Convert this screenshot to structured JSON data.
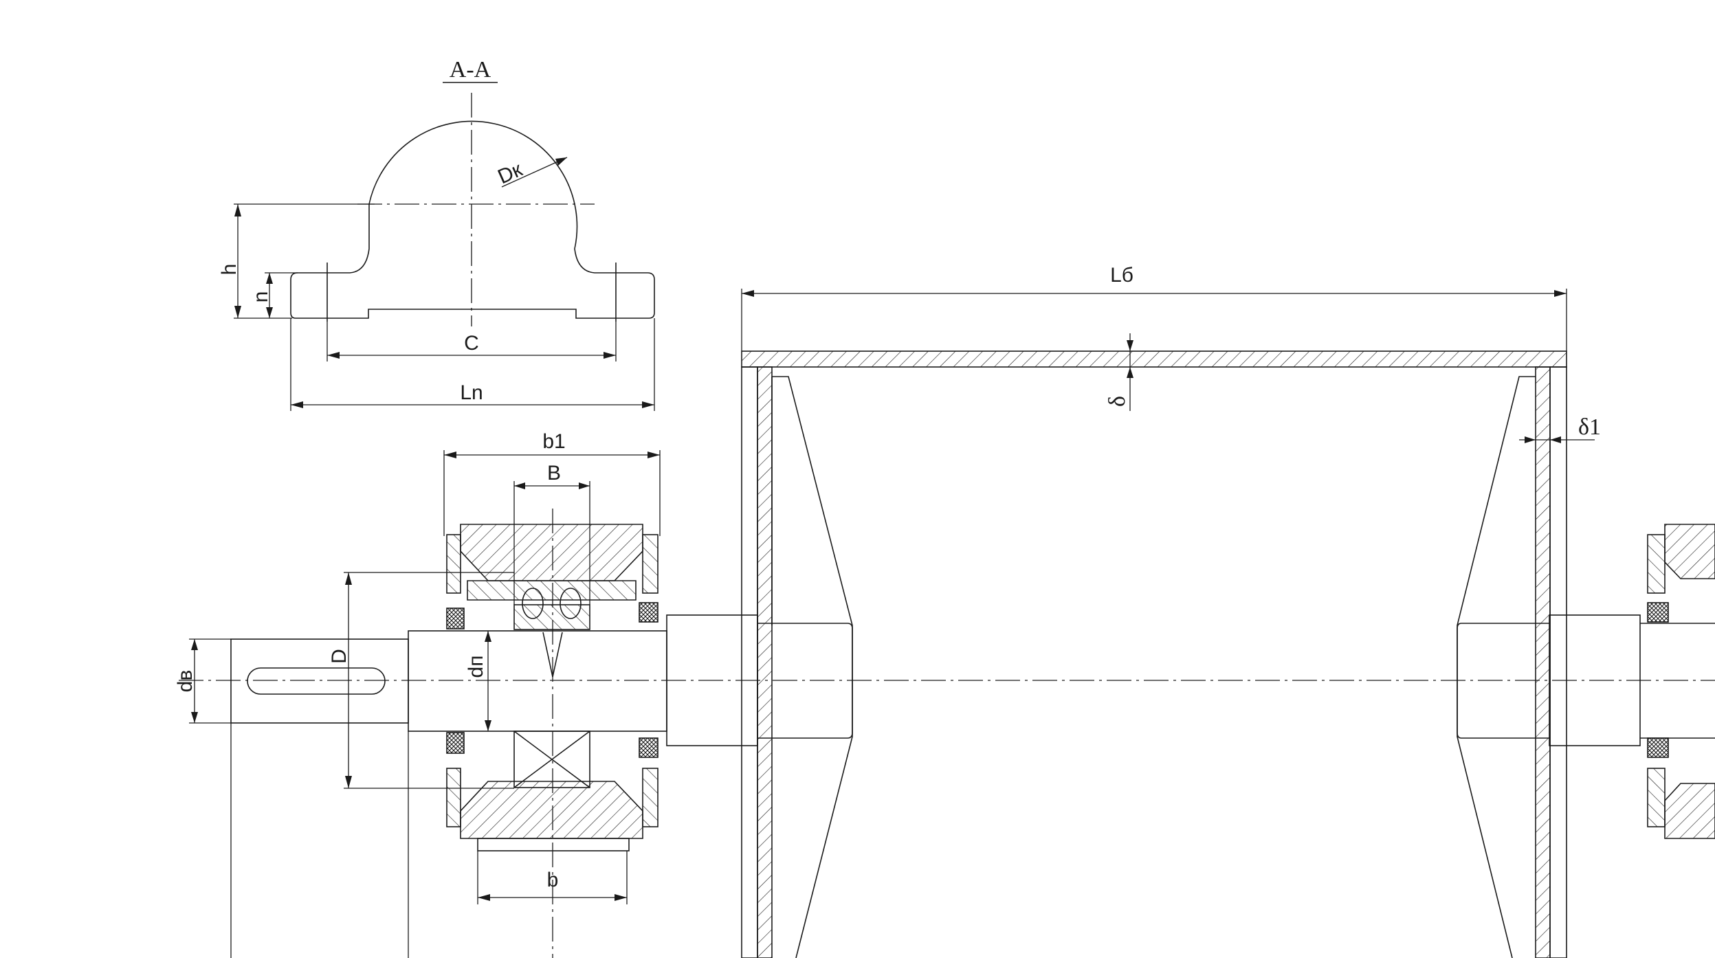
{
  "section_title": "A-A",
  "labels": {
    "dk": "Dк",
    "h": "h",
    "n": "n",
    "c": "C",
    "ln": "Ln",
    "lb": "Lб",
    "delta": "δ",
    "delta1": "δ1",
    "b1": "b1",
    "big_b": "B",
    "b": "b",
    "d_big": "D",
    "dp": "dп",
    "dv": "dв"
  }
}
